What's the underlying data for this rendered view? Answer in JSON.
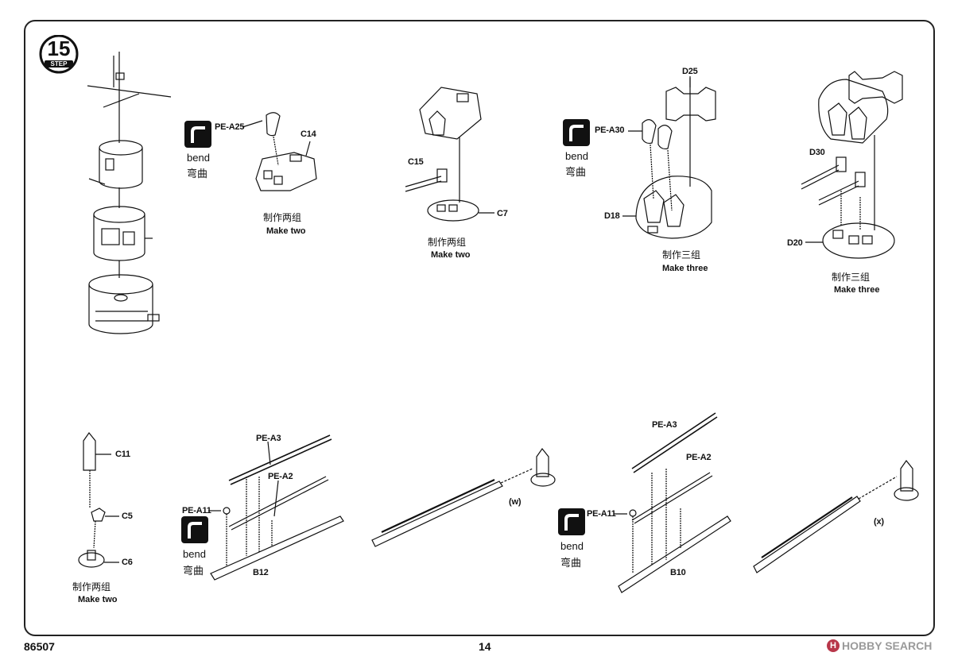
{
  "step": {
    "number": "15",
    "word": "STEP"
  },
  "bend": {
    "word": "bend",
    "cn": "弯曲"
  },
  "captions": {
    "make_two_cn": "制作两组",
    "make_two_en": "Make two",
    "make_three_cn": "制作三组",
    "make_three_en": "Make three"
  },
  "parts": {
    "pe_a25": "PE-A25",
    "c14": "C14",
    "c15": "C15",
    "c7": "C7",
    "d25": "D25",
    "pe_a30": "PE-A30",
    "d18": "D18",
    "d30": "D30",
    "d20": "D20",
    "c11": "C11",
    "c5": "C5",
    "c6": "C6",
    "pe_a3": "PE-A3",
    "pe_a2": "PE-A2",
    "pe_a11": "PE-A11",
    "b12": "B12",
    "b10": "B10",
    "w": "(w)",
    "x": "(x)"
  },
  "footer": {
    "code": "86507",
    "page": "14"
  },
  "watermark": {
    "mark": "H",
    "text": "HOBBY SEARCH"
  }
}
